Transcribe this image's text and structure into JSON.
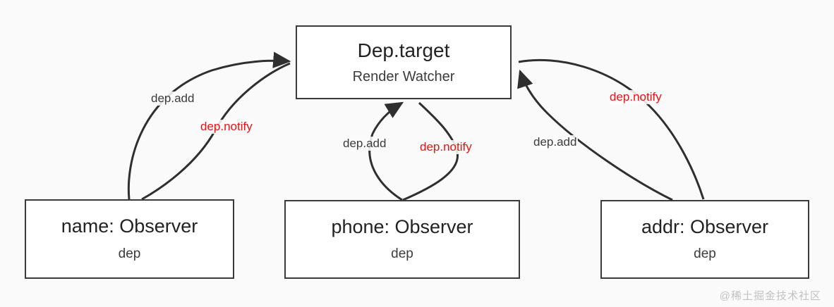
{
  "diagram": {
    "title_hidden": "Vue dependency collection diagram",
    "nodes": [
      {
        "id": "dep-target",
        "title": "Dep.target",
        "subtitle": "Render Watcher"
      },
      {
        "id": "name",
        "title": "name: Observer",
        "subtitle": "dep"
      },
      {
        "id": "phone",
        "title": "phone: Observer",
        "subtitle": "dep"
      },
      {
        "id": "addr",
        "title": "addr: Observer",
        "subtitle": "dep"
      }
    ],
    "edge_labels": {
      "add_left": "dep.add",
      "notify_left": "dep.notify",
      "add_mid": "dep.add",
      "notify_mid": "dep.notify",
      "add_right": "dep.add",
      "notify_right": "dep.notify"
    },
    "colors": {
      "background": "#fafafa",
      "node_border": "#3a3a3a",
      "node_fill": "#ffffff",
      "text": "#222222",
      "edge": "#2f2f2f",
      "notify_label": "#ee1111",
      "watermark": "#c2c2c2"
    },
    "watermark": "@稀土掘金技术社区"
  }
}
